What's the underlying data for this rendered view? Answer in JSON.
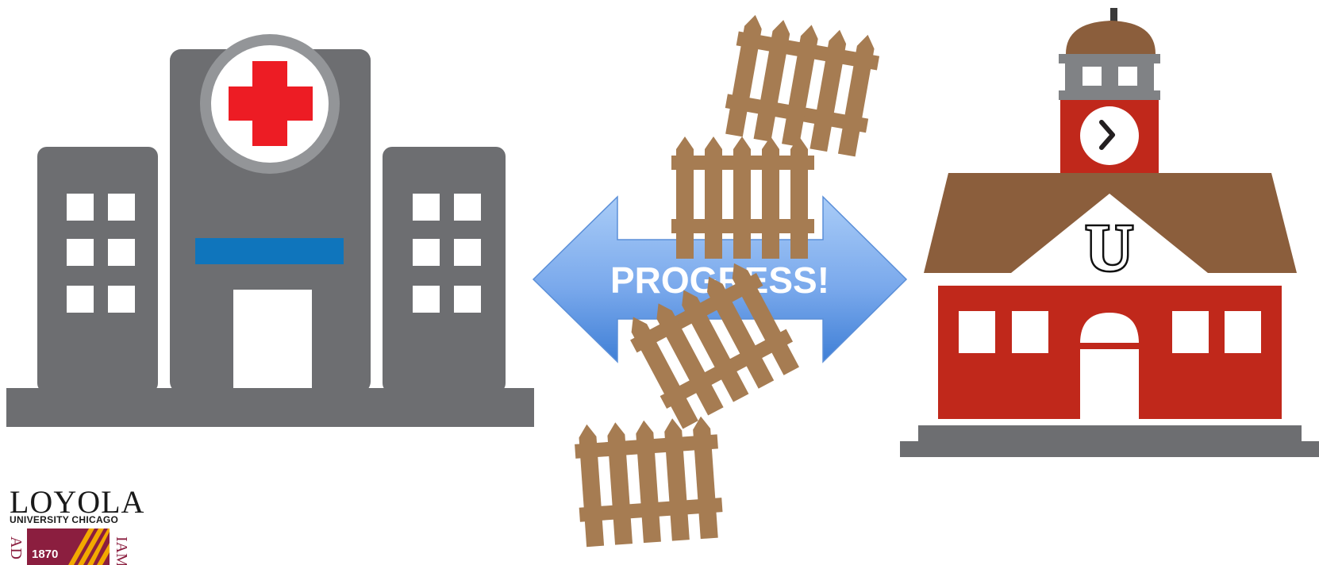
{
  "arrow": {
    "label": "PROGRESS!"
  },
  "logo": {
    "name": "LOYOLA",
    "subtitle": "UNIVERSITY CHICAGO",
    "year": "1870",
    "motto_left": "AD",
    "motto_right": "IAM"
  },
  "school": {
    "emblem_letter": "U"
  },
  "colors": {
    "hospital_gray": "#6d6e71",
    "hospital_ring": "#939598",
    "cross_red": "#ed1c24",
    "hospital_blue": "#0f75bc",
    "fence_brown": "#a67c52",
    "school_red": "#c0281b",
    "roof_brown": "#8b5e3c",
    "base_gray": "#6d6e71",
    "arrow_light": "#a6c8f5",
    "arrow_dark": "#4a86d8",
    "logo_maroon": "#8b1e3f",
    "logo_gold": "#f2a900"
  }
}
